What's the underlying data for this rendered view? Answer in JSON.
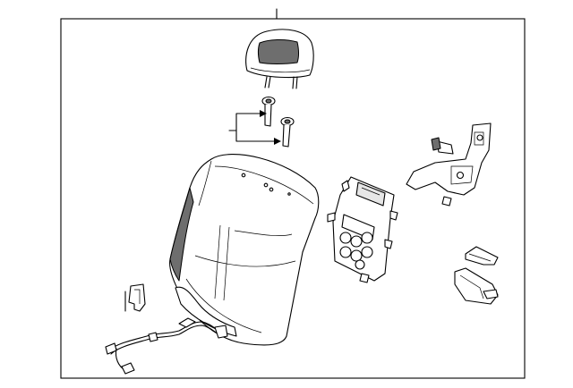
{
  "diagram": {
    "parts": [
      {
        "id": "headrest",
        "icon": "headrest-icon"
      },
      {
        "id": "headrest-guide-upper",
        "icon": "guide-sleeve-icon"
      },
      {
        "id": "headrest-guide-lower",
        "icon": "guide-sleeve-icon"
      },
      {
        "id": "seat-back-cushion",
        "icon": "seat-back-icon"
      },
      {
        "id": "seat-back-frame-plate",
        "icon": "frame-plate-icon"
      },
      {
        "id": "recliner-hinge-bracket",
        "icon": "hinge-bracket-icon"
      },
      {
        "id": "hinge-cover-small",
        "icon": "cover-icon"
      },
      {
        "id": "hinge-cover-large",
        "icon": "cover-icon"
      },
      {
        "id": "latch-bracket",
        "icon": "bracket-icon"
      },
      {
        "id": "seat-wire-harness",
        "icon": "wire-harness-icon"
      }
    ],
    "colors": {
      "line": "#000000",
      "fill": "#ffffff",
      "shade": "#6e6e6e"
    }
  }
}
